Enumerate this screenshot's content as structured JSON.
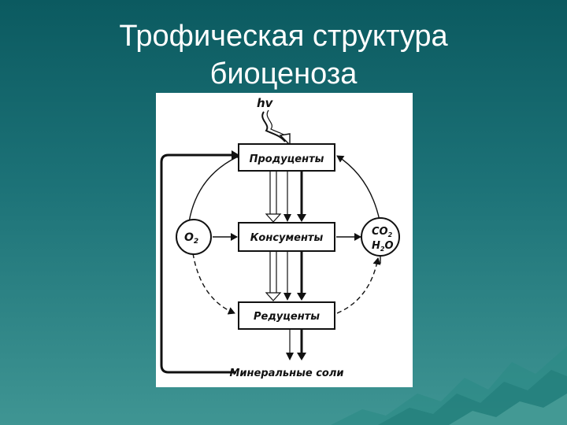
{
  "slide": {
    "title_line1": "Трофическая структура",
    "title_line2": "биоценоза"
  },
  "diagram": {
    "energy_input": "hv",
    "producers": "Продуценты",
    "consumers": "Консументы",
    "reducers": "Редуценты",
    "oxygen": "O",
    "oxygen_sub": "2",
    "co2_line1": "CO",
    "co2_sub": "2",
    "h2o_line2": "H",
    "h2o_sub": "2",
    "h2o_tail": "O",
    "minerals": "Минеральные соли"
  },
  "colors": {
    "background_top": "#0b5a60",
    "background_bottom": "#3f9593",
    "panel": "#ffffff",
    "ink": "#111111"
  }
}
